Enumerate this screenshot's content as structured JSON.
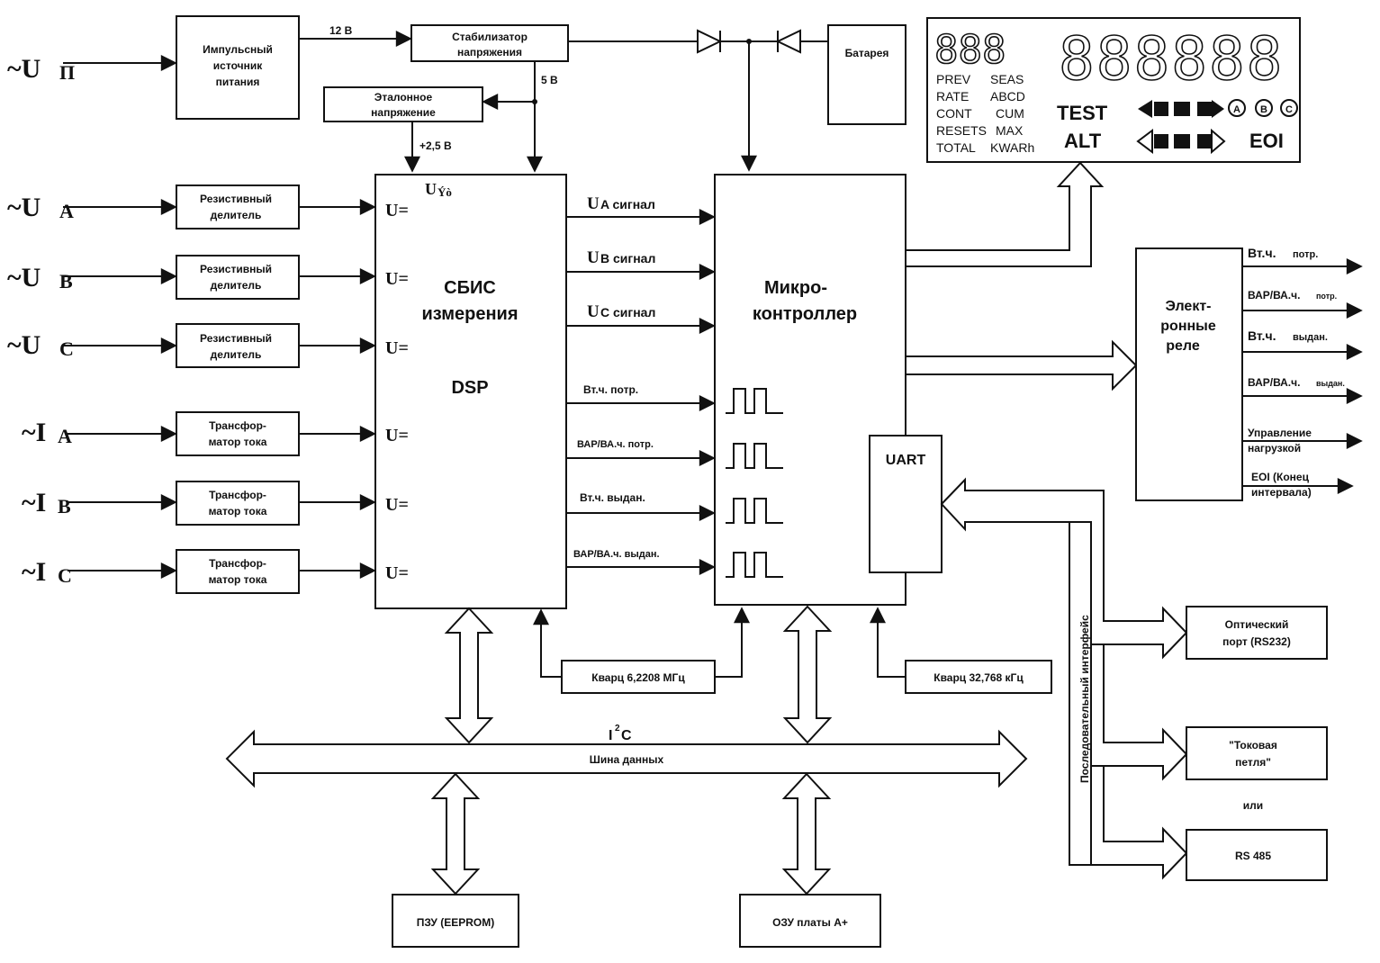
{
  "inputs": {
    "up": {
      "sym": "~U",
      "sub": "П"
    },
    "ua": {
      "sym": "~U",
      "sub": "A"
    },
    "ub": {
      "sym": "~U",
      "sub": "B"
    },
    "uc": {
      "sym": "~U",
      "sub": "C"
    },
    "ia": {
      "sym": "~I",
      "sub": "A"
    },
    "ib": {
      "sym": "~I",
      "sub": "B"
    },
    "ic": {
      "sym": "~I",
      "sub": "C"
    }
  },
  "power": {
    "psu": [
      "Импульсный",
      "источник",
      "питания"
    ],
    "v12": "12 В",
    "stab": [
      "Стабилизатор",
      "напряжения"
    ],
    "v5": "5 В",
    "ref": [
      "Эталонное",
      "напряжение"
    ],
    "v25": "+2,5 В",
    "battery": "Батарея"
  },
  "dividers": {
    "divider": [
      "Резистивный",
      "делитель"
    ],
    "transformer": [
      "Трансфор-",
      "матор тока"
    ]
  },
  "dsp": {
    "uref_main": "U",
    "uref_sub": "Ýò",
    "title": [
      "СБИС",
      "измерения"
    ],
    "dsp": "DSP",
    "uin": "U="
  },
  "signals": {
    "ua": {
      "main": "U",
      "sub": "A сигнал"
    },
    "ub": {
      "main": "U",
      "sub": "B сигнал"
    },
    "uc": {
      "main": "U",
      "sub": "C сигнал"
    },
    "p1": "Вт.ч. потр.",
    "p2": "ВАР/ВА.ч. потр.",
    "p3": "Вт.ч. выдан.",
    "p4": "ВАР/ВА.ч. выдан."
  },
  "mcu": {
    "title": [
      "Микро-",
      "контроллер"
    ],
    "uart": "UART"
  },
  "quartz": {
    "q1": "Кварц 6,2208 МГц",
    "q2": "Кварц 32,768 кГц"
  },
  "bus": {
    "i2c_main": "I",
    "i2c_sup": "2",
    "i2c_end": "C",
    "label": "Шина данных"
  },
  "memory": {
    "rom": "ПЗУ (EEPROM)",
    "ram": "ОЗУ платы А+"
  },
  "relay": {
    "title": [
      "Элект-",
      "ронные",
      "реле"
    ],
    "outputs": [
      {
        "main": "Вт.ч.",
        "small": "потр."
      },
      {
        "main": "ВАР/ВА.ч.",
        "small": "потр."
      },
      {
        "main": "Вт.ч.",
        "small": "выдан."
      },
      {
        "main": "ВАР/ВА.ч.",
        "small": "выдан."
      },
      {
        "main": "Управление",
        "small": "нагрузкой"
      },
      {
        "main": "EOI (Конец",
        "small": "интервала)"
      }
    ]
  },
  "serial": {
    "label": "Последовательный интерфейс",
    "optical": [
      "Оптический",
      "порт (RS232)"
    ],
    "loop": [
      "\"Токовая",
      "петля\""
    ],
    "or": "или",
    "rs485": "RS 485"
  },
  "lcd": {
    "digits_small": "888",
    "digits_big": "888888",
    "col1": [
      "PREV",
      "RATE",
      "CONT",
      "RESETS",
      "TOTAL"
    ],
    "col2": [
      "SEAS",
      "ABCD",
      "CUM",
      "MAX",
      "KWARh"
    ],
    "test": "TEST",
    "alt": "ALT",
    "eoi": "EOI",
    "phases": [
      "A",
      "B",
      "C"
    ]
  }
}
